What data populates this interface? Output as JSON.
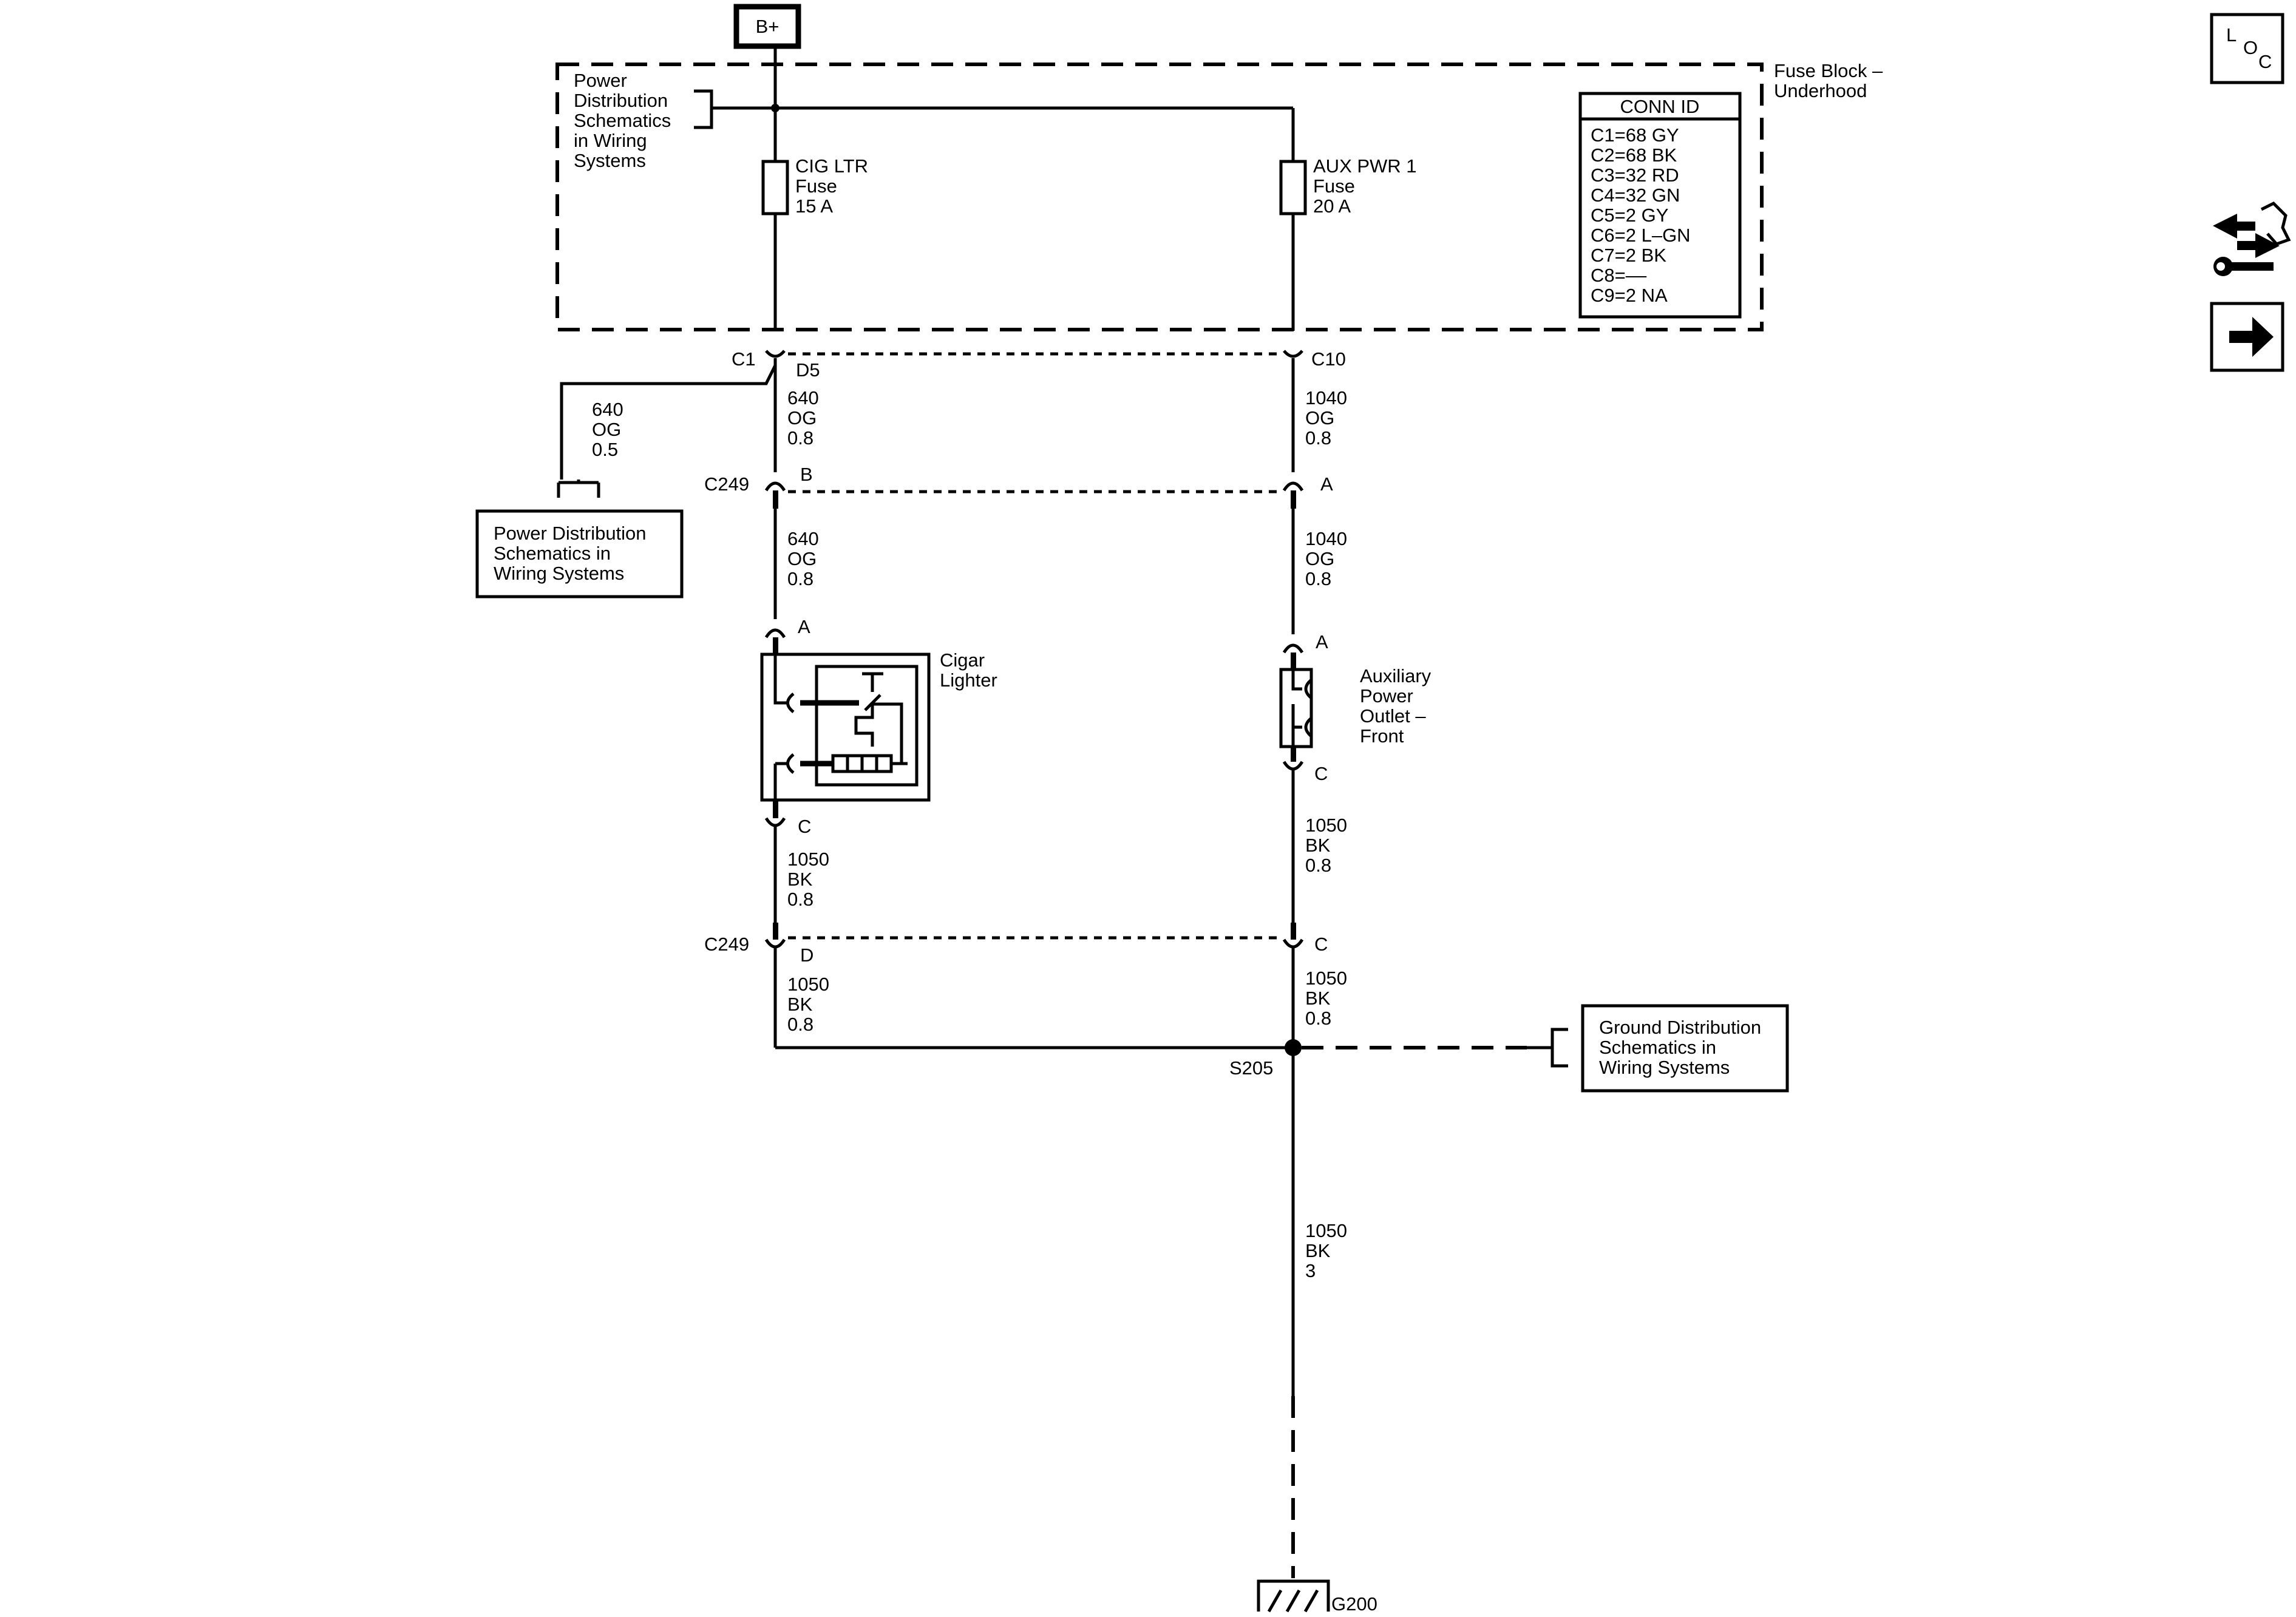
{
  "source": {
    "label": "B+"
  },
  "fuse_block": {
    "name_line1": "Fuse Block –",
    "name_line2": "Underhood"
  },
  "power_ref_top": [
    "Power",
    "Distribution",
    "Schematics",
    "in Wiring",
    "Systems"
  ],
  "fuses": [
    {
      "line1": "CIG LTR",
      "line2": "Fuse",
      "line3": "15 A"
    },
    {
      "line1": "AUX PWR 1",
      "line2": "Fuse",
      "line3": "20 A"
    }
  ],
  "conn_id": {
    "title": "CONN ID",
    "rows": [
      "C1=68 GY",
      "C2=68 BK",
      "C3=32 RD",
      "C4=32 GN",
      "C5=2 GY",
      "C6=2 L–GN",
      "C7=2 BK",
      "C8=––",
      "C9=2 NA"
    ]
  },
  "connectors": {
    "c1": "C1",
    "d5": "D5",
    "c10": "C10",
    "c249_upper": "C249",
    "pin_b": "B",
    "pin_a_upper": "A",
    "pin_a_cigar": "A",
    "pin_c_cigar": "C",
    "pin_a_aux": "A",
    "pin_c_aux": "C",
    "c249_lower": "C249",
    "pin_d": "D",
    "pin_c_lower": "C"
  },
  "wires": {
    "branch": [
      "640",
      "OG",
      "0.5"
    ],
    "left_1": [
      "640",
      "OG",
      "0.8"
    ],
    "right_1": [
      "1040",
      "OG",
      "0.8"
    ],
    "left_2": [
      "640",
      "OG",
      "0.8"
    ],
    "right_2": [
      "1040",
      "OG",
      "0.8"
    ],
    "left_3": [
      "1050",
      "BK",
      "0.8"
    ],
    "right_3": [
      "1050",
      "BK",
      "0.8"
    ],
    "left_4": [
      "1050",
      "BK",
      "0.8"
    ],
    "right_4": [
      "1050",
      "BK",
      "0.8"
    ],
    "ground_wire": [
      "1050",
      "BK",
      "3"
    ]
  },
  "power_ref_box": [
    "Power Distribution",
    "Schematics in",
    "Wiring Systems"
  ],
  "components": {
    "cigar": [
      "Cigar",
      "Lighter"
    ],
    "aux": [
      "Auxiliary",
      "Power",
      "Outlet –",
      "Front"
    ]
  },
  "splice": {
    "label": "S205"
  },
  "ground_ref_box": [
    "Ground Distribution",
    "Schematics in",
    "Wiring Systems"
  ],
  "ground": {
    "label": "G200"
  },
  "side_icons": {
    "loc": {
      "l": "L",
      "o": "O",
      "c": "C",
      "icon": "loc-icon"
    },
    "service": {
      "icon": "wrench-arrows-icon"
    },
    "next": {
      "icon": "arrow-right-icon"
    }
  }
}
